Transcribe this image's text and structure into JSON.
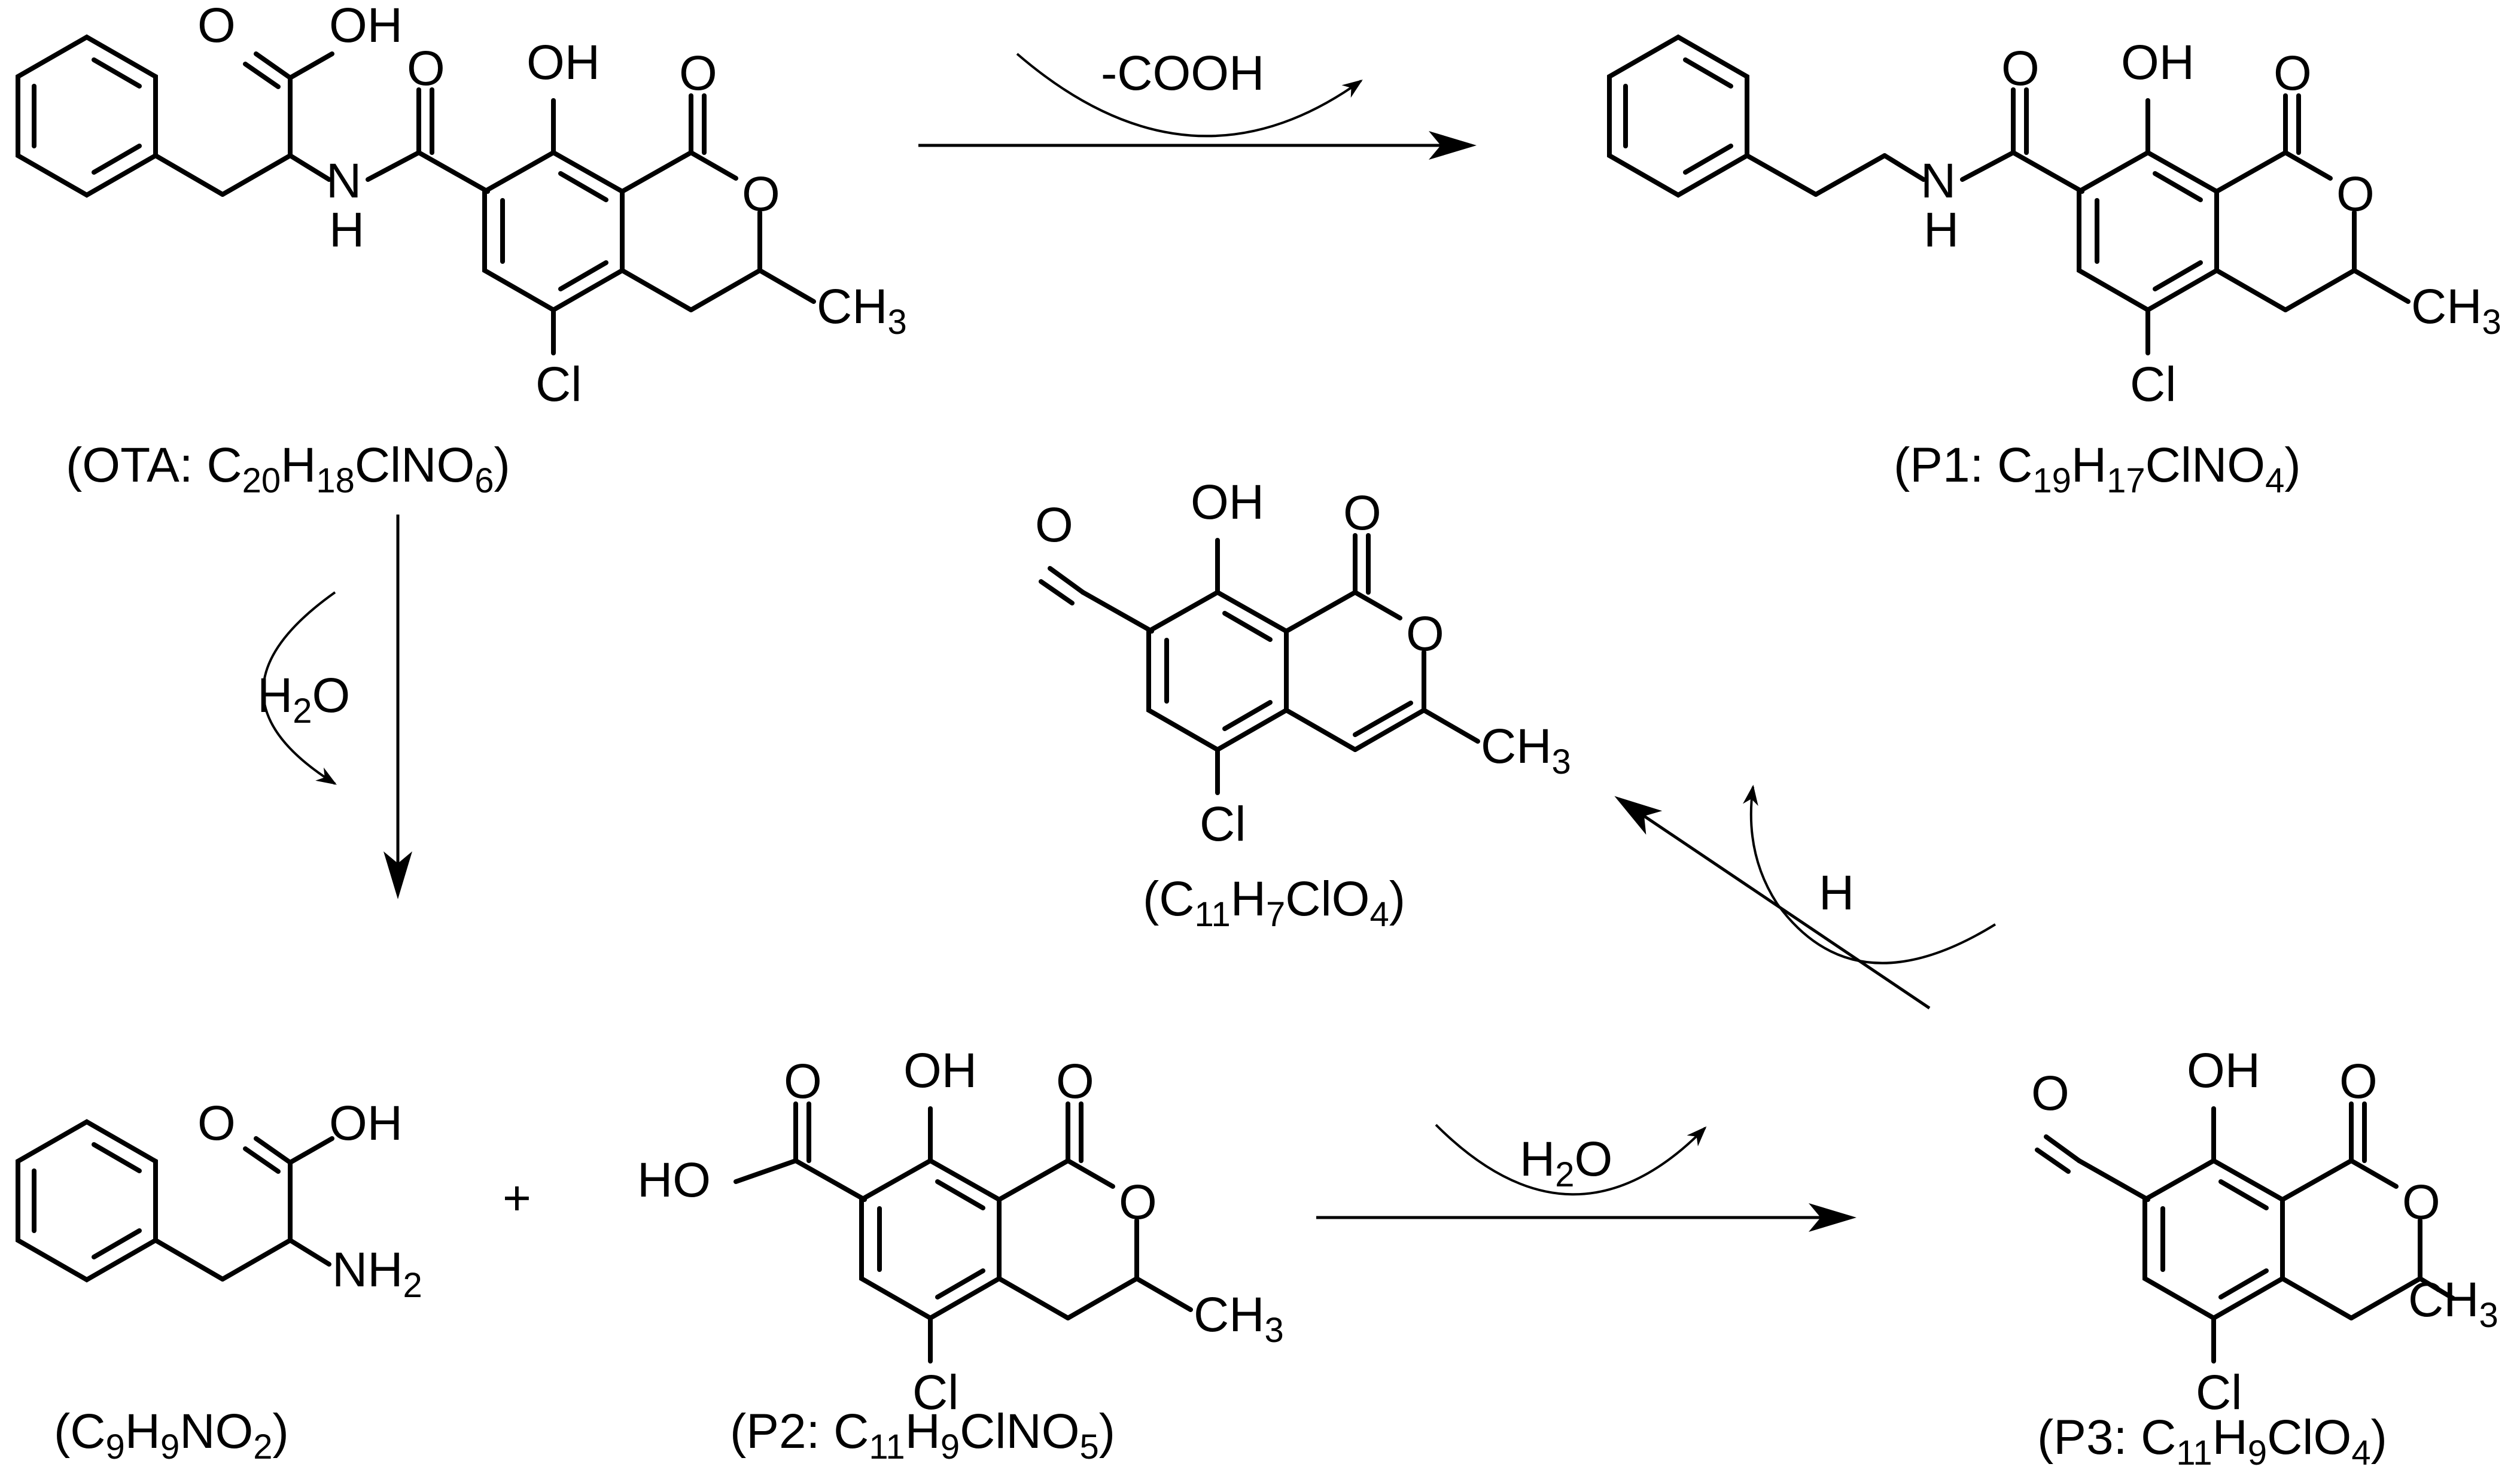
{
  "atoms": {
    "oh": "OH",
    "o": "O",
    "n": "N",
    "h": "H",
    "cl": "Cl",
    "ho": "HO",
    "ch3_main": "CH",
    "ch3_sub": "3",
    "nh2_main": "NH",
    "nh2_sub": "2"
  },
  "compounds": {
    "ota": {
      "caption": [
        {
          "t": "(OTA: C"
        },
        {
          "t": "20",
          "sub": true
        },
        {
          "t": "H"
        },
        {
          "t": "18",
          "sub": true
        },
        {
          "t": "ClNO"
        },
        {
          "t": "6",
          "sub": true
        },
        {
          "t": ")"
        }
      ]
    },
    "p1": {
      "caption": [
        {
          "t": "(P1: C"
        },
        {
          "t": "19",
          "sub": true
        },
        {
          "t": "H"
        },
        {
          "t": "17",
          "sub": true
        },
        {
          "t": "ClNO"
        },
        {
          "t": "4",
          "sub": true
        },
        {
          "t": ")"
        }
      ]
    },
    "c11h7": {
      "caption": [
        {
          "t": "(C"
        },
        {
          "t": "11",
          "sub": true
        },
        {
          "t": "H"
        },
        {
          "t": "7",
          "sub": true
        },
        {
          "t": "ClO"
        },
        {
          "t": "4",
          "sub": true
        },
        {
          "t": ")"
        }
      ]
    },
    "phe": {
      "caption": [
        {
          "t": "(C"
        },
        {
          "t": "9",
          "sub": true
        },
        {
          "t": "H"
        },
        {
          "t": "9",
          "sub": true
        },
        {
          "t": "NO"
        },
        {
          "t": "2",
          "sub": true
        },
        {
          "t": ")"
        }
      ]
    },
    "p2": {
      "caption": [
        {
          "t": "(P2: C"
        },
        {
          "t": "11",
          "sub": true
        },
        {
          "t": "H"
        },
        {
          "t": "9",
          "sub": true
        },
        {
          "t": "ClNO"
        },
        {
          "t": "5",
          "sub": true
        },
        {
          "t": ")"
        }
      ]
    },
    "p3": {
      "caption": [
        {
          "t": "(P3: C"
        },
        {
          "t": "11",
          "sub": true
        },
        {
          "t": "H"
        },
        {
          "t": "9",
          "sub": true
        },
        {
          "t": "ClO"
        },
        {
          "t": "4",
          "sub": true
        },
        {
          "t": ")"
        }
      ]
    }
  },
  "reactions": {
    "decarboxylation": {
      "label": [
        {
          "t": "-COOH"
        }
      ]
    },
    "hydrolysis": {
      "label": [
        {
          "t": "H"
        },
        {
          "t": "2",
          "sub": true
        },
        {
          "t": "O"
        }
      ]
    },
    "oxidation": {
      "label": [
        {
          "t": "H"
        },
        {
          "t": "2",
          "sub": true
        },
        {
          "t": "O"
        }
      ]
    },
    "dehydrogenation": {
      "label": [
        {
          "t": "H"
        }
      ]
    }
  },
  "plus": "+"
}
